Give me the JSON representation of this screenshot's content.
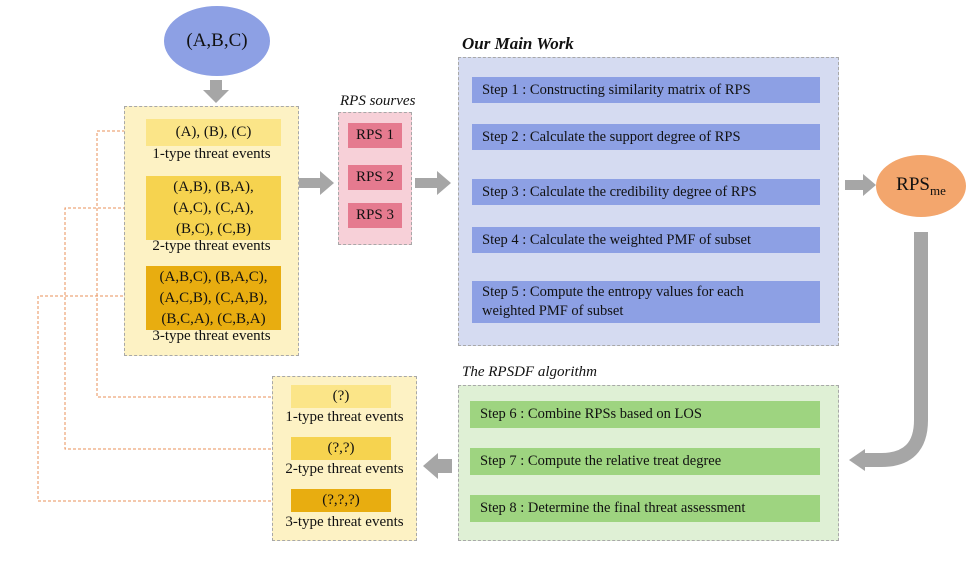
{
  "input_node": "(A,B,C)",
  "event_groups": [
    {
      "events": "(A), (B), (C)",
      "label": "1-type threat events"
    },
    {
      "events": "(A,B), (B,A),\n(A,C), (C,A),\n(B,C), (C,B)",
      "label": "2-type threat events"
    },
    {
      "events": "(A,B,C), (B,A,C),\n(A,C,B), (C,A,B),\n(B,C,A), (C,B,A)",
      "label": "3-type threat events"
    }
  ],
  "rps_sources": {
    "title": "RPS sourves",
    "items": [
      "RPS 1",
      "RPS 2",
      "RPS 3"
    ]
  },
  "main_work": {
    "title": "Our Main Work",
    "steps": [
      "Step 1 : Constructing similarity matrix of RPS",
      "Step 2 : Calculate the support degree of RPS",
      "Step 3 : Calculate the credibility degree of RPS",
      "Step 4 : Calculate the weighted PMF of subset",
      "Step 5 : Compute the entropy values for each\nweighted PMF of subset"
    ]
  },
  "rps_me": {
    "main": "RPS",
    "sub": "me"
  },
  "rpsdf": {
    "title": "The RPSDF algorithm",
    "steps": [
      "Step 6 : Combine RPSs based on LOS",
      "Step 7 : Compute the relative treat degree",
      "Step 8 : Determine the final threat assessment"
    ]
  },
  "output_groups": [
    {
      "events": "(?)",
      "label": "1-type threat events"
    },
    {
      "events": "(?,?)",
      "label": "2-type threat events"
    },
    {
      "events": "(?,?,?)",
      "label": "3-type threat events"
    }
  ],
  "colors": {
    "input_ellipse": "#8da0e4",
    "rps_me_ellipse": "#f3a66d",
    "arrow": "#a6a6a6",
    "dashed_link": "#e8915a"
  }
}
